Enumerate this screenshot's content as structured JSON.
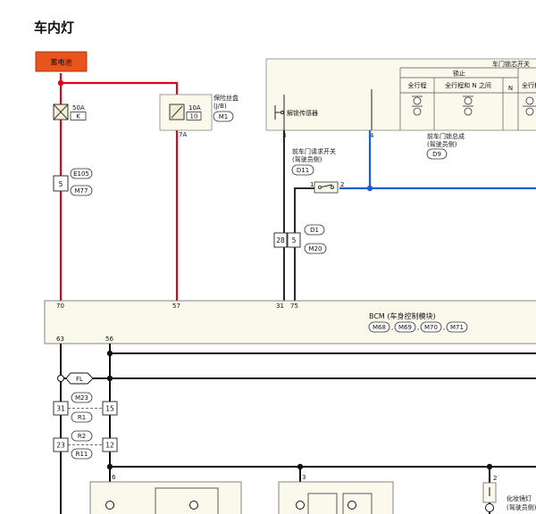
{
  "title": "车内灯",
  "battery": {
    "label": "蓄电池",
    "color": "#e8541c"
  },
  "colors": {
    "red_wire": "#e3001b",
    "blue_wire": "#1a5fd0",
    "black_wire": "#111111",
    "panel_fill": "#fbf8ec"
  },
  "fuse_50a": {
    "rating": "50A",
    "code": "K"
  },
  "fuse_10a": {
    "rating": "10A",
    "number": "10",
    "pin": "7A"
  },
  "fuse_block": {
    "name_line1": "保险丝盒",
    "name_line2": "(J/B)",
    "connector": "M1"
  },
  "conn_e105": {
    "pin": "5",
    "top": "E105",
    "bottom": "M77"
  },
  "door_lock": {
    "switch_title": "车门锁芯开关",
    "lock_header": "锁止",
    "col_full1": "全行程",
    "col_full_n": "全行程和 N 之间",
    "col_n": "N",
    "col_full2": "全行程",
    "sensor_label": "解锁传感器",
    "pin_left": "3",
    "pin_right": "4",
    "assembly_line1": "前车门锁总成",
    "assembly_line2": "(驾驶员侧)",
    "assembly_conn": "D9"
  },
  "request_switch": {
    "line1": "前车门请求开关",
    "line2": "(驾驶员侧)",
    "connector": "D11",
    "pin1": "1",
    "pin2": "2"
  },
  "conn_d1": {
    "top": "D1",
    "bottom": "M20",
    "pin_left": "28",
    "pin_right": "5"
  },
  "bcm": {
    "name": "BCM (车身控制模块)",
    "connectors": [
      "M68",
      "M69",
      "M70",
      "M71"
    ],
    "pins_top": [
      "70",
      "57",
      "31",
      "75"
    ],
    "pins_bottom": [
      "63",
      "56"
    ]
  },
  "junction_fl": "FL",
  "conn_m23": {
    "top": "M23",
    "bottom": "R1",
    "pin_left": "31",
    "pin_right": "15"
  },
  "conn_r2": {
    "top": "R2",
    "bottom": "R11",
    "pin_left": "23",
    "pin_right": "12"
  },
  "lower_pins": {
    "left": "6",
    "mid": "3",
    "right": "2"
  },
  "vanity_lamp": {
    "line1": "化妆镜灯",
    "line2": "(驾驶员侧)"
  }
}
